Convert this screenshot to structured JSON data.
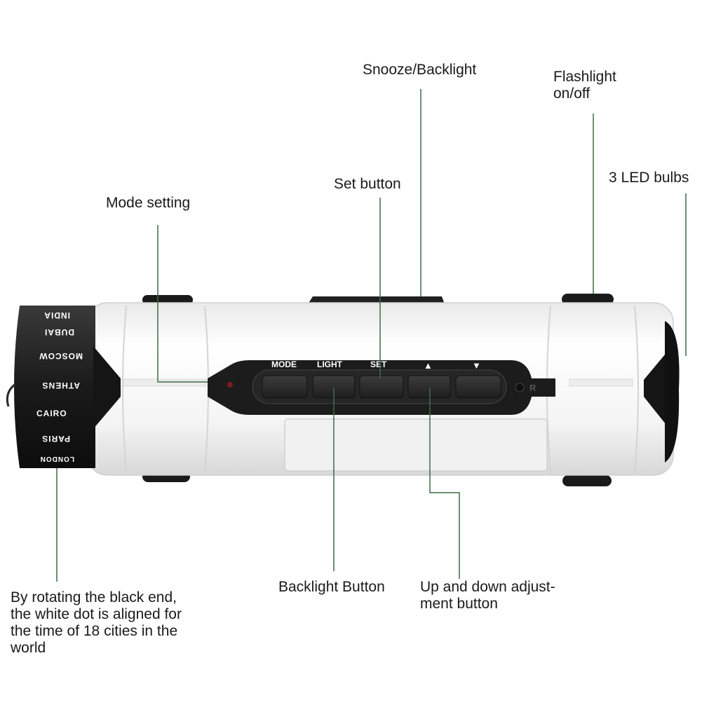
{
  "callouts": {
    "snooze_backlight": "Snooze/Backlight",
    "flashlight_line1": "Flashlight",
    "flashlight_line2": "on/off",
    "led_bulbs": "3 LED bulbs",
    "set_button": "Set button",
    "mode_setting": "Mode setting",
    "backlight_button": "Backlight Button",
    "updown_line1": "Up and down adjust-",
    "updown_line2": "ment button",
    "rotate_line1": "By rotating the black end,",
    "rotate_line2": "the white dot is aligned for",
    "rotate_line3": "the time of 18 cities in the",
    "rotate_line4": "world"
  },
  "device": {
    "buttons": {
      "mode": "MODE",
      "light": "LIGHT",
      "set": "SET",
      "up": "▲",
      "down": "▼"
    },
    "reset_label": "R",
    "cities": [
      "INDIA",
      "DUBAI",
      "MOSCOW",
      "ATHENS",
      "CAIRO",
      "PARIS",
      "LONDON"
    ]
  },
  "colors": {
    "body": "#f7f7f7",
    "panel": "#1c1c1c",
    "button": "#2b2b2b",
    "leader_line": "#3f6b45"
  }
}
